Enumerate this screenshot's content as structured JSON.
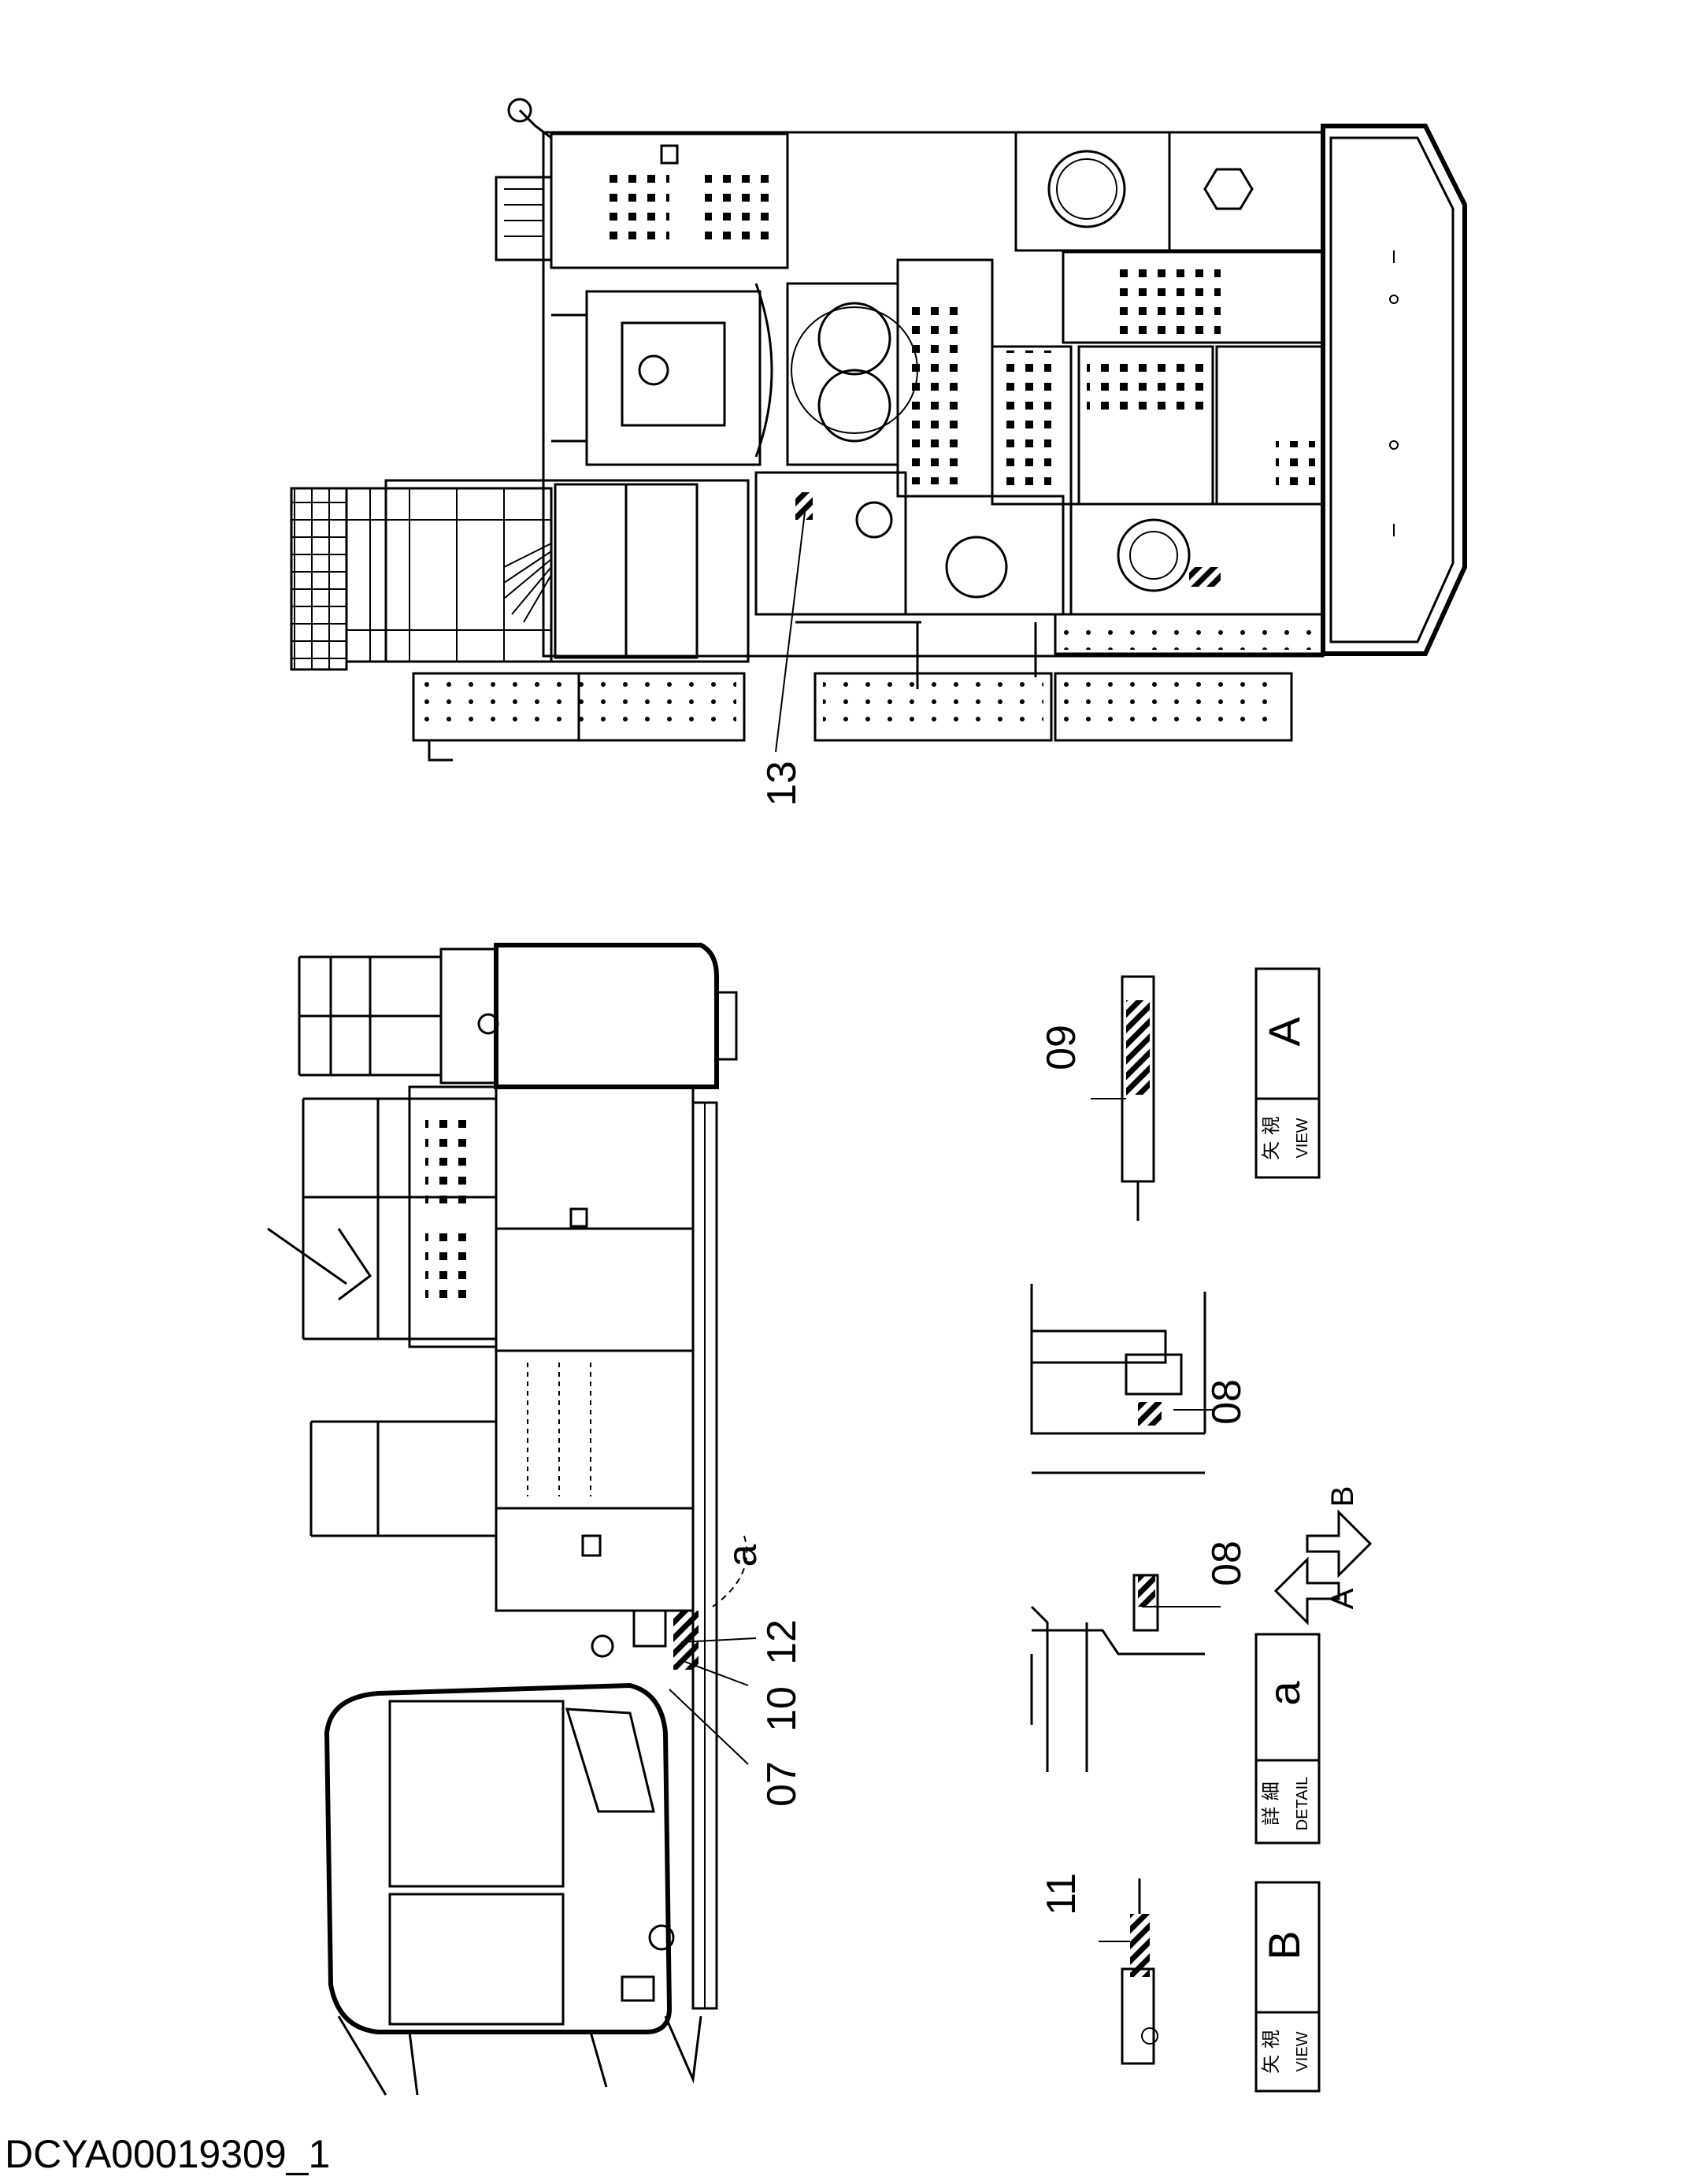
{
  "drawing_code": "DCYA00019309_1",
  "callouts": {
    "c13": "13",
    "c12": "12",
    "c10": "10",
    "c07": "07",
    "ca": "a",
    "c09": "09",
    "c08a": "08",
    "c08b": "08",
    "c11": "11"
  },
  "view_boxes": {
    "view_a": {
      "kanji": "矢 視",
      "en": "VIEW",
      "letter": "A"
    },
    "detail_a": {
      "kanji": "詳 細",
      "en": "DETAIL",
      "letter": "a"
    },
    "view_b": {
      "kanji": "矢 視",
      "en": "VIEW",
      "letter": "B"
    }
  },
  "arrows": {
    "left": "A",
    "right": "B"
  }
}
